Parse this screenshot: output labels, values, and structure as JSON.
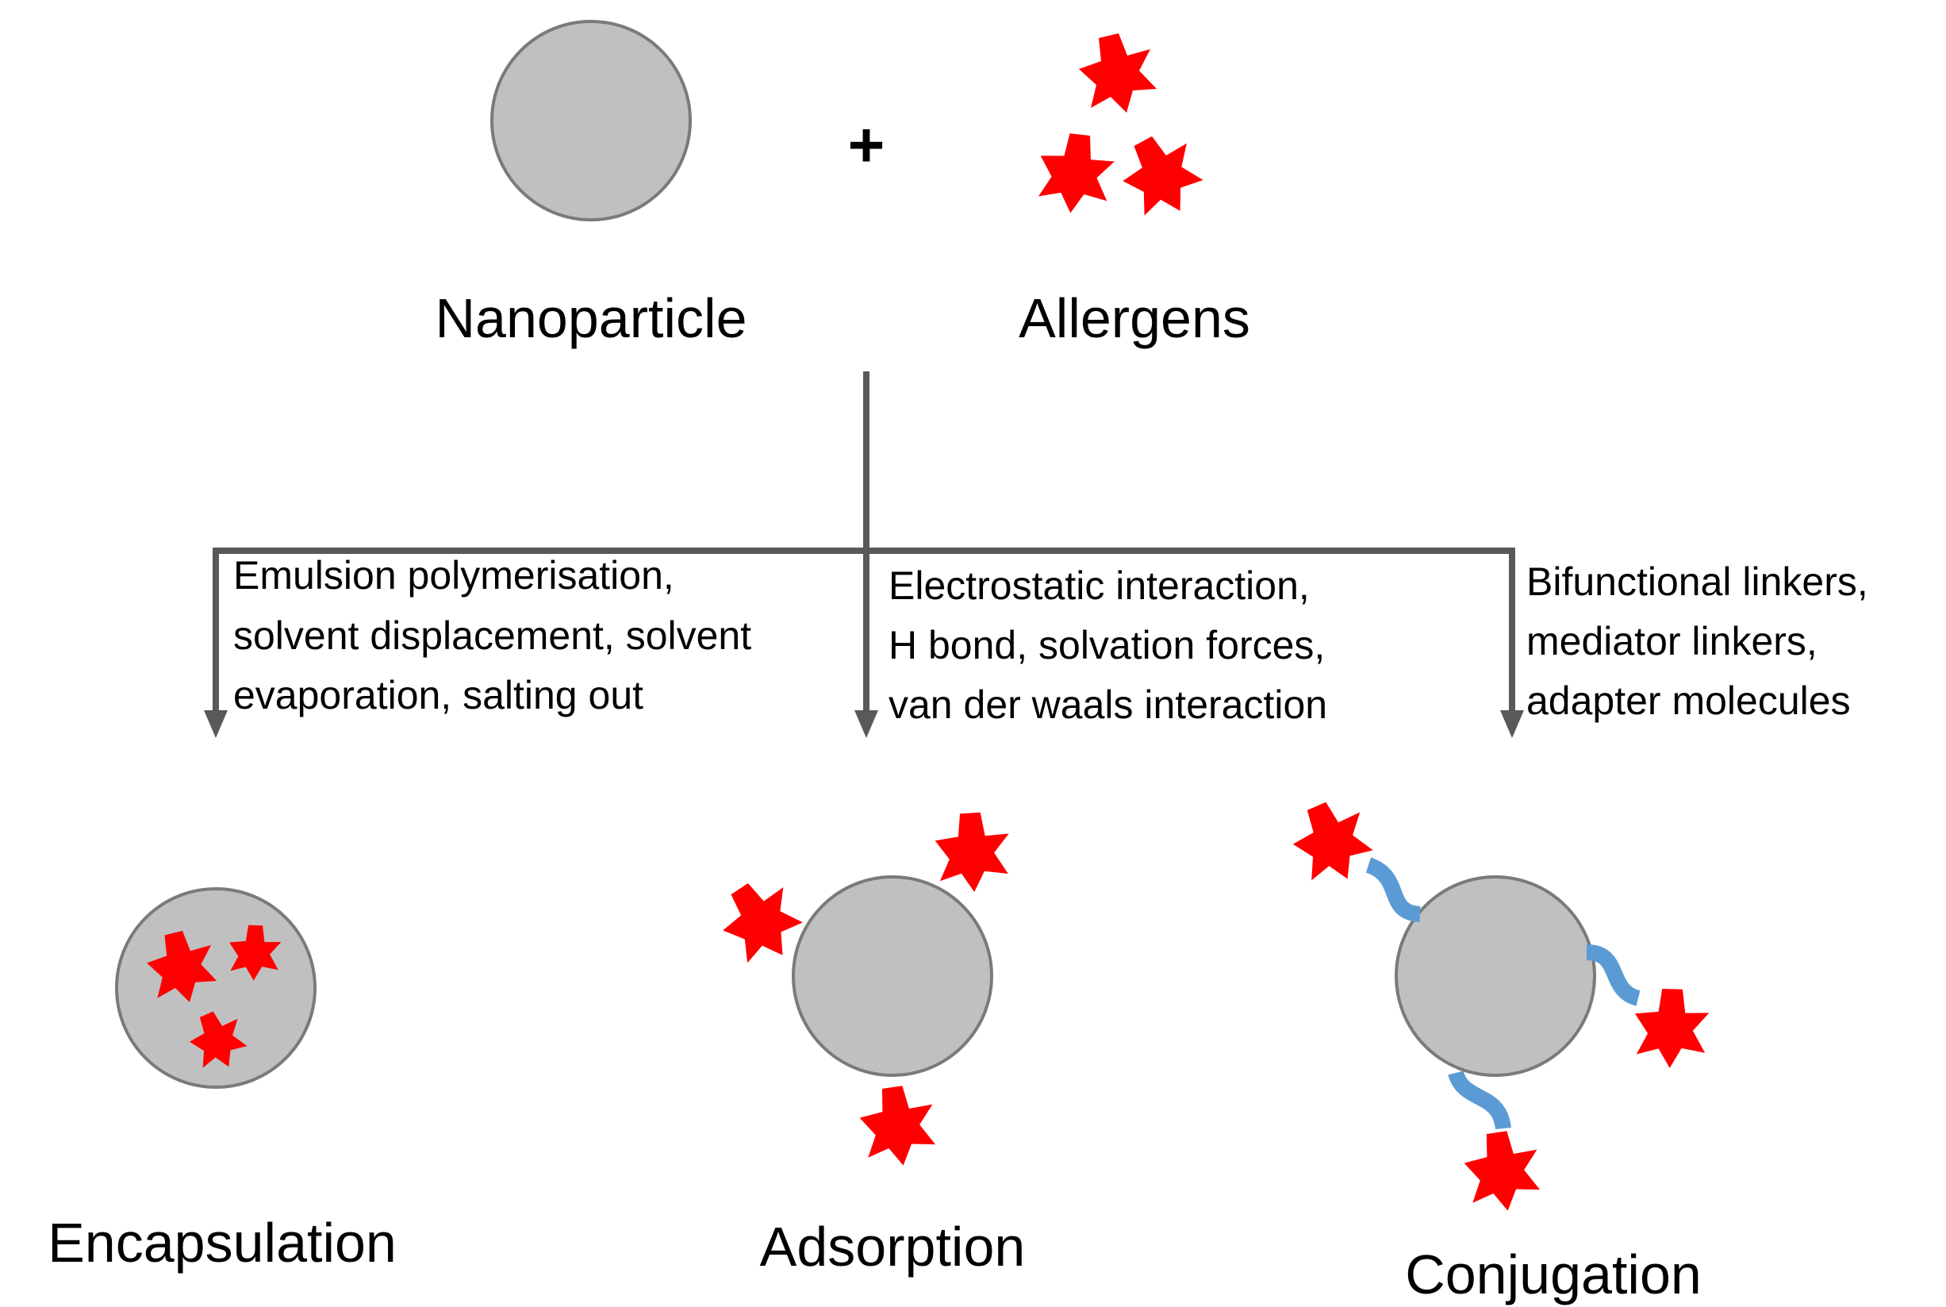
{
  "reactants": {
    "nanoparticle_label": "Nanoparticle",
    "plus_symbol": "+",
    "allergens_label": "Allergens"
  },
  "methods": {
    "encapsulation": {
      "label": "Encapsulation",
      "techniques": [
        "Emulsion polymerisation,",
        "solvent displacement, solvent",
        "evaporation, salting out"
      ]
    },
    "adsorption": {
      "label": "Adsorption",
      "techniques": [
        "Electrostatic interaction,",
        "H bond, solvation forces,",
        "van der waals interaction"
      ]
    },
    "conjugation": {
      "label": "Conjugation",
      "techniques": [
        "Bifunctional linkers,",
        "mediator linkers,",
        "adapter molecules"
      ]
    }
  },
  "colors": {
    "nanoparticle_fill": "#c0c0c0",
    "nanoparticle_stroke": "#7a7a7a",
    "allergen": "#ff0000",
    "linker": "#5b9bd5",
    "arrow": "#595959"
  }
}
